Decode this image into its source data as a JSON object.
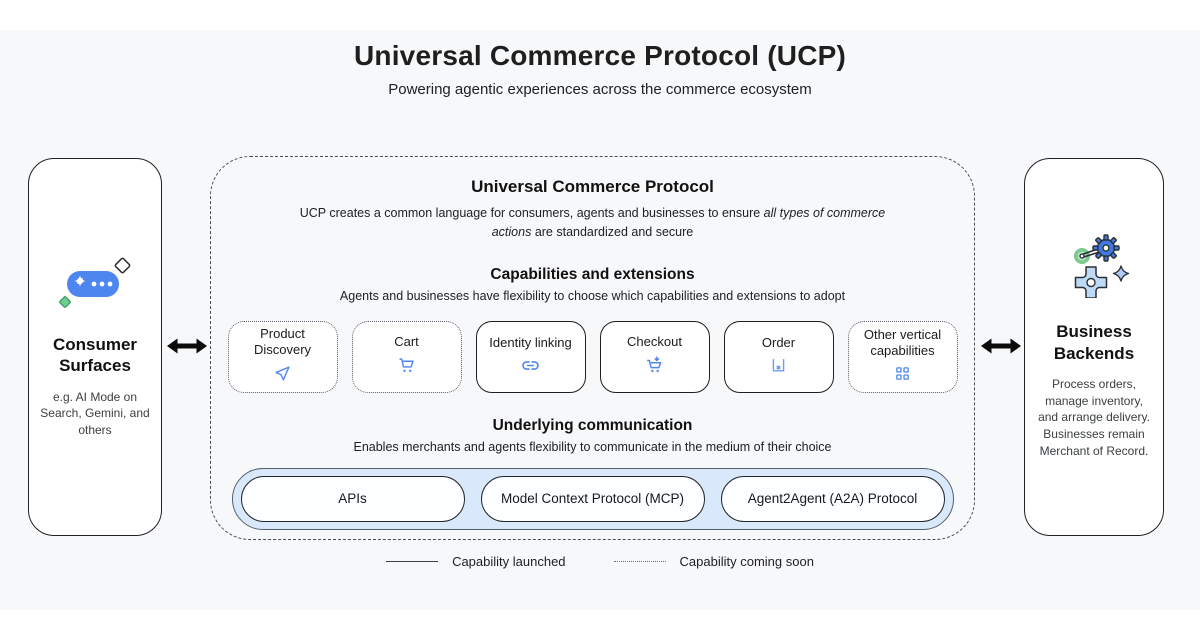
{
  "header": {
    "title": "Universal Commerce Protocol (UCP)",
    "subtitle": "Powering agentic experiences across the commerce ecosystem"
  },
  "consumer_surfaces": {
    "title": "Consumer Surfaces",
    "description": "e.g. AI Mode on Search, Gemini, and others",
    "icon": "ai-mode-sparkle-icon"
  },
  "business_backends": {
    "title": "Business Backends",
    "description": "Process orders, manage inventory, and arrange delivery. Businesses remain Merchant of Record.",
    "icon": "backend-gears-icon"
  },
  "protocol_panel": {
    "title": "Universal Commerce Protocol",
    "description_prefix": "UCP creates a common language for consumers, agents and businesses to ensure ",
    "description_italic": "all types of commerce actions",
    "description_suffix": " are standardized and secure",
    "capabilities": {
      "title": "Capabilities and extensions",
      "subtitle": "Agents and businesses have flexibility to choose which capabilities and extensions to adopt",
      "items": [
        {
          "label": "Product Discovery",
          "icon": "navigation-send-icon",
          "status": "coming-soon"
        },
        {
          "label": "Cart",
          "icon": "cart-icon",
          "status": "coming-soon"
        },
        {
          "label": "Identity linking",
          "icon": "link-icon",
          "status": "launched"
        },
        {
          "label": "Checkout",
          "icon": "checkout-cart-icon",
          "status": "launched"
        },
        {
          "label": "Order",
          "icon": "order-bin-icon",
          "status": "launched"
        },
        {
          "label": "Other vertical capabilities",
          "icon": "grid-icon",
          "status": "coming-soon"
        }
      ]
    },
    "communication": {
      "title": "Underlying communication",
      "subtitle": "Enables merchants and agents flexibility to communicate in the medium of their choice",
      "items": [
        {
          "label": "APIs"
        },
        {
          "label": "Model Context Protocol (MCP)"
        },
        {
          "label": "Agent2Agent (A2A) Protocol"
        }
      ]
    }
  },
  "legend": {
    "launched": "Capability launched",
    "coming_soon": "Capability coming soon"
  },
  "colors": {
    "accent_blue": "#4285f4",
    "icon_blue": "#4f87ee",
    "band_light_blue": "#d9e9fb",
    "background_gray": "#f7f8fa",
    "green": "#7bc98f",
    "text_dark": "#1f1f1f"
  }
}
